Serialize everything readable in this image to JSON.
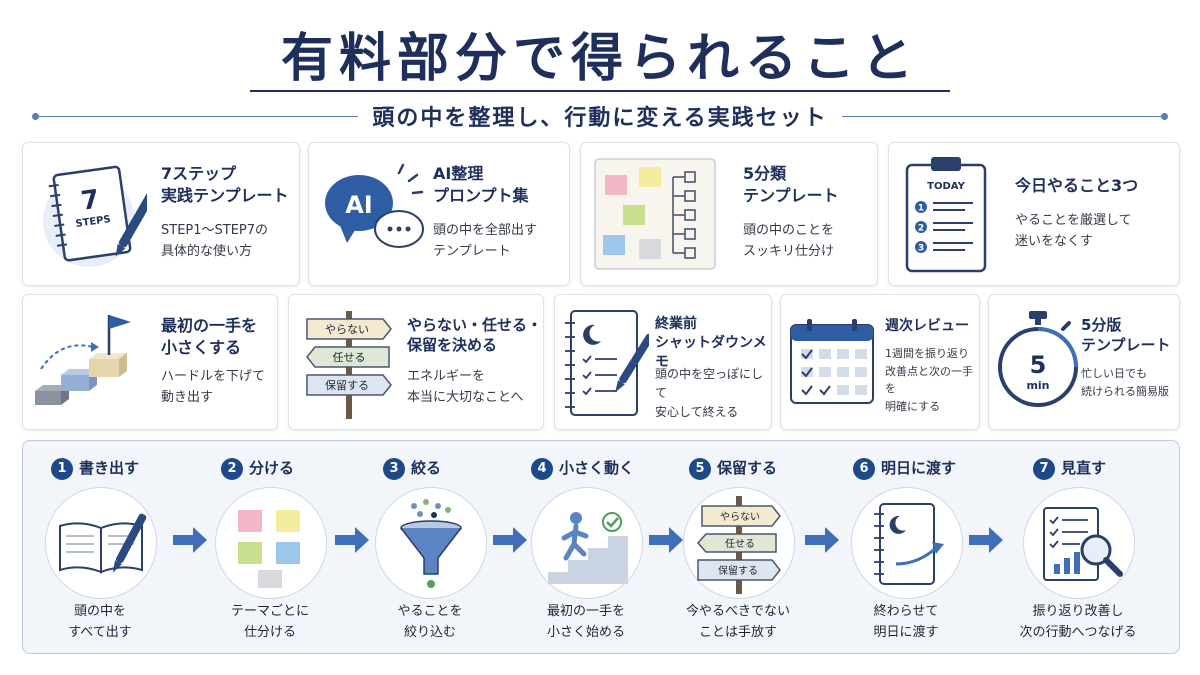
{
  "header": {
    "title": "有料部分で得られること",
    "subtitle": "頭の中を整理し、行動に変える実践セット"
  },
  "row1": [
    {
      "title_l1": "7ステップ",
      "title_l2": "実践テンプレート",
      "desc_l1": "STEP1〜STEP7の",
      "desc_l2": "具体的な使い方",
      "icon": "notebook-icon",
      "icon_text_big": "7",
      "icon_text_small": "STEPS"
    },
    {
      "title_l1": "AI整理",
      "title_l2": "プロンプト集",
      "desc_l1": "頭の中を全部出す",
      "desc_l2": "テンプレート",
      "icon": "ai-chat-icon",
      "icon_text": "AI"
    },
    {
      "title_l1": "5分類",
      "title_l2": "テンプレート",
      "desc_l1": "頭の中のことを",
      "desc_l2": "スッキリ仕分け",
      "icon": "sticky-board-icon"
    },
    {
      "title_l1": "今日やること3つ",
      "title_l2": "",
      "desc_l1": "やることを厳選して",
      "desc_l2": "迷いをなくす",
      "icon": "clipboard-icon",
      "icon_text": "TODAY"
    }
  ],
  "row2": [
    {
      "title_l1": "最初の一手を",
      "title_l2": "小さくする",
      "desc_l1": "ハードルを下げて",
      "desc_l2": "動き出す",
      "icon": "steps-flag-icon"
    },
    {
      "title_l1": "やらない・任せる・",
      "title_l2": "保留を決める",
      "desc_l1": "エネルギーを",
      "desc_l2": "本当に大切なことへ",
      "icon": "signpost-icon",
      "signs": [
        "やらない",
        "任せる",
        "保留する"
      ]
    },
    {
      "title_l1": "終業前",
      "title_l2": "シャットダウンメモ",
      "desc_l1": "頭の中を空っぽにして",
      "desc_l2": "安心して終える",
      "icon": "night-memo-icon"
    },
    {
      "title_l1": "週次レビュー",
      "title_l2": "",
      "desc_l1": "1週間を振り返り",
      "desc_l2": "改善点と次の一手を",
      "desc_l3": "明確にする",
      "icon": "calendar-icon"
    },
    {
      "title_l1": "5分版",
      "title_l2": "テンプレート",
      "desc_l1": "忙しい日でも",
      "desc_l2": "続けられる簡易版",
      "icon": "stopwatch-icon",
      "icon_text_big": "5",
      "icon_text_small": "min"
    }
  ],
  "steps": [
    {
      "num": "1",
      "label": "書き出す",
      "desc_l1": "頭の中を",
      "desc_l2": "すべて出す",
      "icon": "open-book-pen-icon"
    },
    {
      "num": "2",
      "label": "分ける",
      "desc_l1": "テーマごとに",
      "desc_l2": "仕分ける",
      "icon": "sticky-notes-icon"
    },
    {
      "num": "3",
      "label": "絞る",
      "desc_l1": "やることを",
      "desc_l2": "絞り込む",
      "icon": "funnel-icon"
    },
    {
      "num": "4",
      "label": "小さく動く",
      "desc_l1": "最初の一手を",
      "desc_l2": "小さく始める",
      "icon": "climbing-stairs-icon"
    },
    {
      "num": "5",
      "label": "保留する",
      "desc_l1": "今やるべきでない",
      "desc_l2": "ことは手放す",
      "icon": "signpost-icon",
      "signs": [
        "やらない",
        "任せる",
        "保留する"
      ]
    },
    {
      "num": "6",
      "label": "明日に渡す",
      "desc_l1": "終わらせて",
      "desc_l2": "明日に渡す",
      "icon": "notebook-moon-icon"
    },
    {
      "num": "7",
      "label": "見直す",
      "desc_l1": "振り返り改善し",
      "desc_l2": "次の行動へつなげる",
      "icon": "magnifier-report-icon"
    }
  ],
  "colors": {
    "navy": "#1e2f5c",
    "accent": "#1e4a8a",
    "arrow": "#3f6fb8"
  }
}
